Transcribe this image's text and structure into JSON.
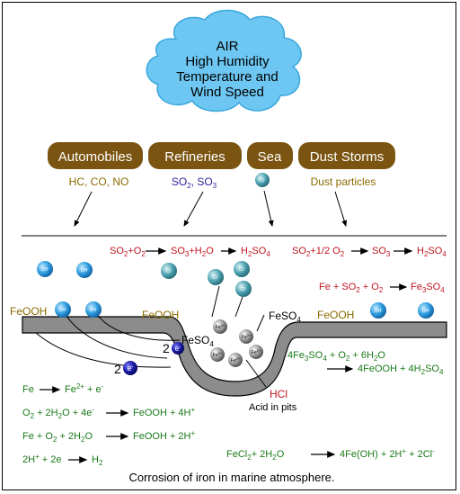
{
  "colors": {
    "cloud": "#6dc7f2",
    "source_fill": "#7a5410",
    "source_text": "#ffffff",
    "brown": "#8a6a00",
    "blue": "#2a1f9a",
    "red": "#c0141e",
    "green": "#1a7a1a",
    "metal": "#8c8c8c",
    "ion_blue": "#2f9ee0",
    "electron": "#1a1aa6"
  },
  "cloud": {
    "line1": "AIR",
    "line2": "High Humidity",
    "line3": "Temperature and",
    "line4": "Wind Speed"
  },
  "sources": [
    {
      "label": "Automobiles",
      "pollutant": "HC, CO, NO"
    },
    {
      "label": "Refineries",
      "pollutant_main": "SO",
      "pollutant_sub": "2",
      "pollutant_tail": ", SO",
      "pollutant_sub2": "3"
    },
    {
      "label": "Sea",
      "pollutant": ""
    },
    {
      "label": "Dust Storms",
      "pollutant": "Dust particles"
    }
  ],
  "ions": {
    "oh": "OH",
    "oh_sup": "-",
    "cl": "Cl",
    "cl_sup": "-",
    "fe": "Fe",
    "fe_sup": "2+",
    "electron": "e",
    "electron_sup": "-",
    "two": "2"
  },
  "labels": {
    "feooh": "FeOOH",
    "feso4": "FeSO",
    "feso4_sub": "4",
    "hcl": "HCl",
    "acid_in_pits": "Acid in pits",
    "caption": "Corrosion of iron in marine atmosphere."
  },
  "equations": {
    "so2_a": "SO",
    "so2_b": "2",
    "plus_o2": "+O",
    "o2_sub": "2",
    "so3_h2o": "SO",
    "so3_sub": "3",
    "plus_h2o": "+H",
    "h2o_sub": "2",
    "o": "O",
    "h2so4_a": "H",
    "h2so4_b": "2",
    "h2so4_c": "SO",
    "h2so4_d": "4",
    "right_so2": "SO",
    "right_so2_sub": "2",
    "right_half": "+1/2 O",
    "right_half_sub": "2",
    "fe_so2": "Fe + SO",
    "fe_so2_sub": "2",
    "fe_plus_o2": " + O",
    "fe_o2_sub": "2",
    "fe3so4": "Fe",
    "fe3so4_sub": "3",
    "fe3so4_tail": "SO",
    "fe3so4_sub2": "4",
    "big1": "4Fe",
    "big1_sub": "3",
    "big1_tail": "SO",
    "big1_sub2": "4",
    "big1_rest": " + O",
    "big1_rest_sub": "2",
    "big1_end": " + 6H",
    "big1_end_sub": "2",
    "big1_o": "O",
    "big2": "4FeOOH + 4H",
    "big2_sub": "2",
    "big2_tail": "SO",
    "big2_sub2": "4",
    "eq1_a": "Fe",
    "eq1_b": "Fe",
    "eq1_b_sup": "2+",
    "eq1_c": " + e",
    "eq1_c_sup": "-",
    "eq2_a": "O",
    "eq2_a_sub": "2",
    "eq2_b": " + 2H",
    "eq2_b_sub": "2",
    "eq2_c": "O + 4e",
    "eq2_c_sup": "-",
    "eq2_d": "FeOOH + 4H",
    "eq2_d_sup": "+",
    "eq3_a": "Fe + O",
    "eq3_a_sub": "2",
    "eq3_b": " + 2H",
    "eq3_b_sub": "2",
    "eq3_c": "O",
    "eq3_d": "FeOOH + 2H",
    "eq3_d_sup": "+",
    "eq4_a": "2H",
    "eq4_a_sup": "+",
    "eq4_b": " + 2e",
    "eq4_c": "H",
    "eq4_c_sub": "2",
    "eq5_a": "FeCl",
    "eq5_a_sub": "2",
    "eq5_b": "+ 2H",
    "eq5_b_sub": "2",
    "eq5_c": "O",
    "eq5_d": "4Fe(OH) + 2H",
    "eq5_d_sup": "+",
    "eq5_e": " + 2Cl",
    "eq5_e_sup": "-"
  }
}
